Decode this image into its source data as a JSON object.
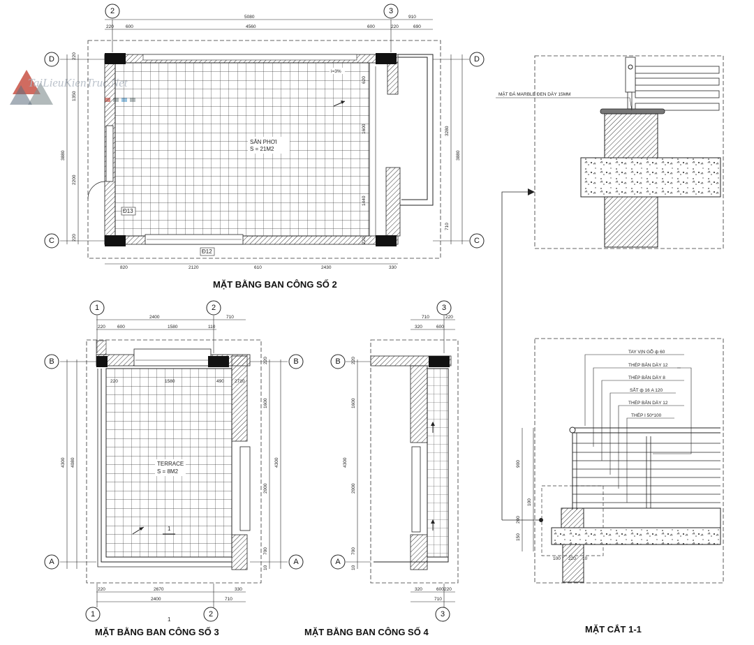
{
  "watermark": "TaiLieuKienTruc.Net",
  "plan2": {
    "title": "MẶT BẰNG BAN CÔNG SỐ 2",
    "area_name": "SÂN PHƠI",
    "area_size": "S = 21M2",
    "grid": {
      "top_left": "2",
      "top_right": "3",
      "left_top": "D",
      "left_bottom": "C",
      "right_top": "D",
      "right_bottom": "C"
    },
    "dims_top_total": "5080",
    "dims_top_right": "910",
    "dims_top": [
      "220",
      "600",
      "4560",
      "600",
      "220",
      "690"
    ],
    "dims_bottom": [
      "820",
      "2120",
      "610",
      "2430",
      "330"
    ],
    "dims_left_total": "3880",
    "dims_left": [
      "220",
      "1350",
      "2200",
      "220"
    ],
    "dims_right_total": "3880",
    "dims_right_sub": "3280",
    "dims_right_last": "710",
    "inner_dims": [
      "620",
      "1600",
      "1440",
      "220"
    ],
    "slope": "i=3%",
    "tags": [
      "Đ13",
      "Đ12"
    ]
  },
  "plan3": {
    "title": "MẶT BẰNG BAN CÔNG SỐ 3",
    "area_name": "TERRACE",
    "area_size": "S = 8M2",
    "grid": {
      "top_left": "1",
      "top_right": "2",
      "bottom_left": "1",
      "bottom_right": "2",
      "left_top": "B",
      "left_bottom": "A",
      "right_top": "B",
      "right_bottom": "A"
    },
    "dims_top": [
      "2400",
      "710"
    ],
    "dims_top_sub": [
      "220",
      "600",
      "1580",
      "110"
    ],
    "dims_inner_top": [
      "220",
      "1580",
      "490",
      "2710"
    ],
    "dims_bottom_sub": [
      "220",
      "2670",
      "330"
    ],
    "dims_bottom": [
      "2400",
      "710"
    ],
    "dims_left": [
      "4300",
      "4080"
    ],
    "dims_right": [
      "220",
      "1600",
      "2000",
      "700",
      "10"
    ],
    "dims_right_total": "4300",
    "section_mark": "1"
  },
  "plan4": {
    "title": "MẶT BẰNG BAN CÔNG SỐ 4",
    "grid": {
      "top": "3",
      "bottom": "3",
      "left_top": "B",
      "left_bottom": "A"
    },
    "dims_top": [
      "710",
      "220"
    ],
    "dims_top_sub": [
      "320",
      "600"
    ],
    "dims_bottom": [
      "320",
      "600",
      "220",
      "710"
    ],
    "dims_left": [
      "220",
      "1600",
      "2000",
      "700",
      "10"
    ],
    "dims_left_total": "4300"
  },
  "detail_top": {
    "note": "MẶT ĐÁ MARBLE ĐEN DÀY 15MM"
  },
  "section11": {
    "title": "MẶT CẮT 1-1",
    "notes": [
      "TAY VỊN GỖ ф 60",
      "THÉP BẢN DÀY 12",
      "THÉP BẢN DÀY 8",
      "SẮT ф 16 A 120",
      "THÉP BẢN DÀY 12",
      "THÉP I 50*100"
    ],
    "dims": [
      "900",
      "100",
      "200",
      "150",
      "100",
      "220",
      "10"
    ]
  }
}
